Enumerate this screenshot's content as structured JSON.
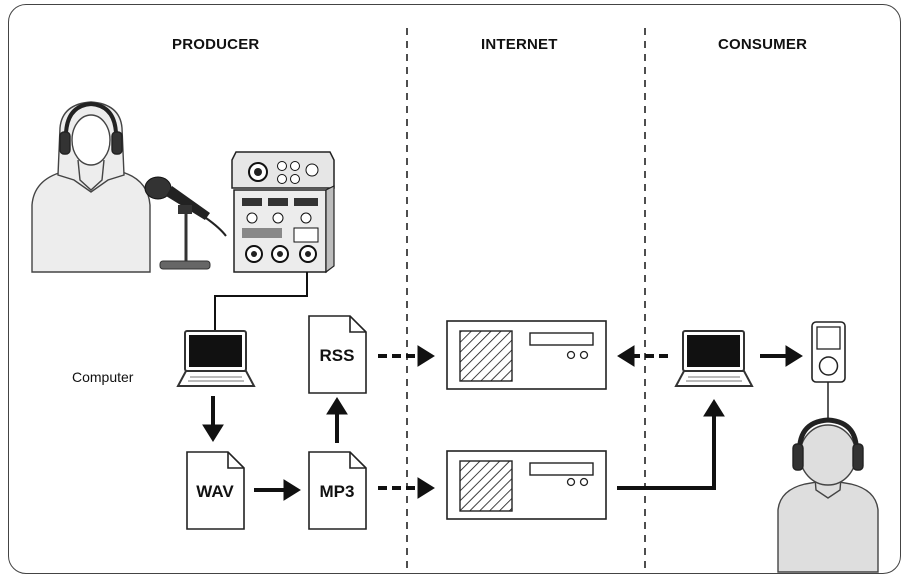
{
  "columns": {
    "producer": "PRODUCER",
    "internet": "INTERNET",
    "consumer": "CONSUMER"
  },
  "labels": {
    "computer": "Computer"
  },
  "files": {
    "rss": "RSS",
    "wav": "WAV",
    "mp3": "MP3"
  },
  "icons": [
    "producer-person-headphones-icon",
    "microphone-icon",
    "mixer-console-icon",
    "laptop-icon",
    "document-icon",
    "server-icon",
    "mp3-player-icon",
    "consumer-person-headphones-icon",
    "arrow-icon"
  ]
}
